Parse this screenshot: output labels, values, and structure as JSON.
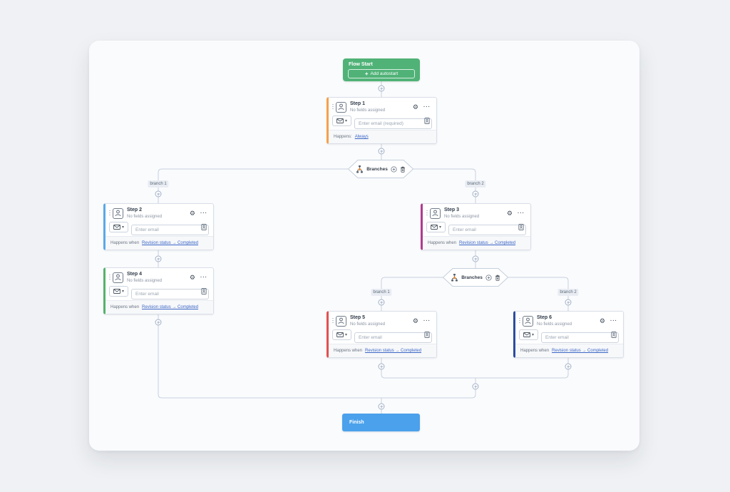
{
  "flow_start": {
    "title": "Flow Start",
    "add_button_label": "Add autostart",
    "color": "#50b277"
  },
  "finish": {
    "label": "Finish",
    "color": "#4ba1ec"
  },
  "branch_nodes": [
    {
      "label": "Branches"
    },
    {
      "label": "Branches"
    }
  ],
  "branch_tags": [
    "branch 1",
    "branch 2",
    "branch 1",
    "branch 2"
  ],
  "steps": [
    {
      "title": "Step 1",
      "subtitle": "No fields assigned",
      "email_placeholder": "Enter email (required)",
      "accent": "#f6a04b",
      "happens_label": "Happens:",
      "happens_link": "Always"
    },
    {
      "title": "Step 2",
      "subtitle": "No fields assigned",
      "email_placeholder": "Enter email",
      "accent": "#5aa9e8",
      "happens_label": "Happens when",
      "happens_link": "Revision status → Completed"
    },
    {
      "title": "Step 3",
      "subtitle": "No fields assigned",
      "email_placeholder": "Enter email",
      "accent": "#b13a90",
      "happens_label": "Happens when",
      "happens_link": "Revision status → Completed"
    },
    {
      "title": "Step 4",
      "subtitle": "No fields assigned",
      "email_placeholder": "Enter email",
      "accent": "#56b26c",
      "happens_label": "Happens when",
      "happens_link": "Revision status → Completed"
    },
    {
      "title": "Step 5",
      "subtitle": "No fields assigned",
      "email_placeholder": "Enter email",
      "accent": "#e25050",
      "happens_label": "Happens when",
      "happens_link": "Revision status → Completed"
    },
    {
      "title": "Step 6",
      "subtitle": "No fields assigned",
      "email_placeholder": "Enter email",
      "accent": "#2c4da0",
      "happens_label": "Happens when",
      "happens_link": "Revision status → Completed"
    }
  ],
  "icons": {
    "gear": "⚙",
    "more": "···",
    "chevron": "▾"
  },
  "colors": {
    "connector_line": "#c8d2de",
    "canvas_bg": "#fafbfd",
    "page_bg": "#eff1f4"
  }
}
